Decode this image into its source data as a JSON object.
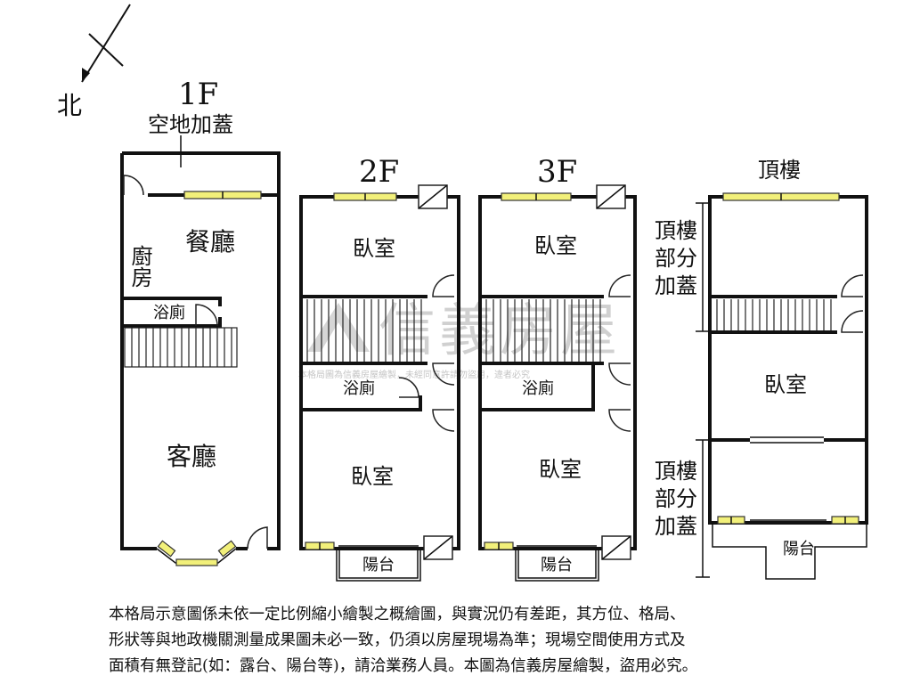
{
  "compass": {
    "north_label": "北"
  },
  "floors": {
    "f1": {
      "title": "1F",
      "subtitle": "空地加蓋",
      "rooms": {
        "kitchen": "廚房",
        "dining": "餐廳",
        "bathroom": "浴廁",
        "living": "客廳"
      }
    },
    "f2": {
      "title": "2F",
      "rooms": {
        "bedroom_top": "臥室",
        "bathroom": "浴廁",
        "bedroom_bottom": "臥室",
        "balcony": "陽台"
      }
    },
    "f3": {
      "title": "3F",
      "rooms": {
        "bedroom_top": "臥室",
        "bathroom": "浴廁",
        "bedroom_bottom": "臥室",
        "balcony": "陽台"
      }
    },
    "roof": {
      "title": "頂樓",
      "note_top": "頂樓部分加蓋",
      "note_bottom": "頂樓部分加蓋",
      "rooms": {
        "bedroom": "臥室",
        "balcony": "陽台"
      }
    }
  },
  "watermark": {
    "brand": "信義房屋",
    "notice": "本格局圖為信義房屋繪製，未經同意許請勿盜用，違者必究"
  },
  "disclaimer": {
    "line1": "本格局示意圖係未依一定比例縮小繪製之概繪圖，與實況仍有差距，其方位、格局、",
    "line2": "形狀等與地政機關測量成果圖未必一致，仍須以房屋現場為準；現場空間使用方式及",
    "line3": "面積有無登記(如：露台、陽台等)，請洽業務人員。本圖為信義房屋繪製，盜用必究。"
  },
  "colors": {
    "window": "#f2f07a",
    "wall": "#111111",
    "watermark": "#cfcfcf"
  }
}
